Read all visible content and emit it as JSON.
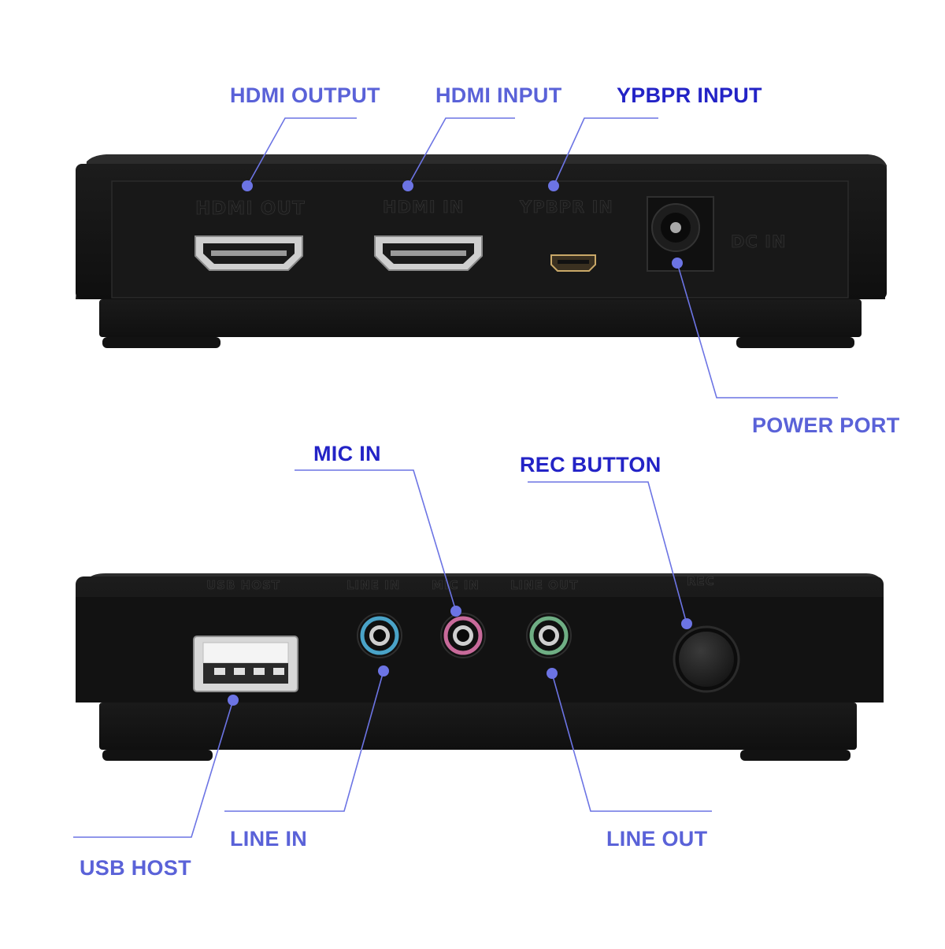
{
  "callouts": {
    "hdmi_output": "HDMI OUTPUT",
    "hdmi_input": "HDMI INPUT",
    "ypbpr_input": "YPBPR INPUT",
    "power_port": "POWER PORT",
    "mic_in": "MIC IN",
    "rec_button": "REC BUTTON",
    "usb_host": "USB HOST",
    "line_in": "LINE IN",
    "line_out": "LINE OUT"
  },
  "device_print": {
    "hdmi_out": "HDMI OUT",
    "hdmi_in": "HDMI IN",
    "ypbpr_in": "YPBPR IN",
    "dc_in": "DC IN",
    "usb_host": "USB HOST",
    "line_in": "LINE IN",
    "mic_in": "MIC IN",
    "line_out": "LINE OUT",
    "rec": "REC"
  },
  "colors": {
    "callout_light": "#5a62d8",
    "callout_dark": "#2323c6",
    "leader_line": "#6c74e4",
    "device_body": "#151515",
    "jack_line_in": "#4aa3c8",
    "jack_mic_in": "#c86a9a",
    "jack_line_out": "#6fae84"
  }
}
